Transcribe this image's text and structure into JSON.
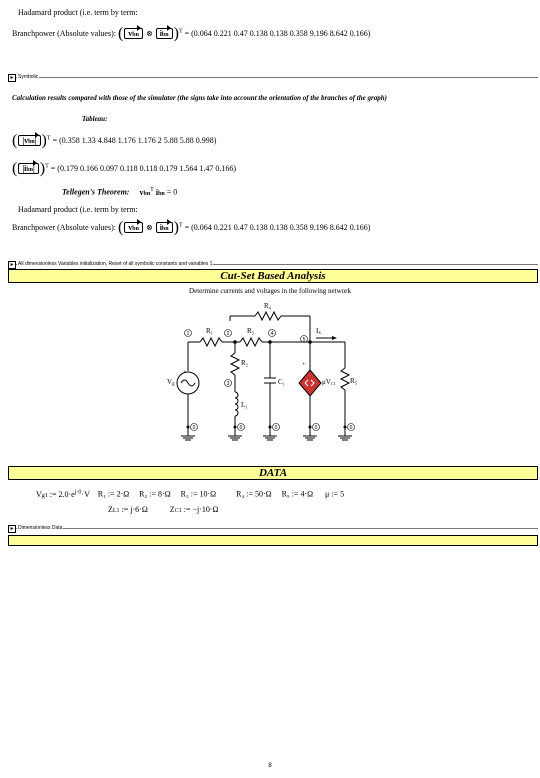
{
  "top": {
    "hadamard_title": "Hadamard product (i.e. term by term:",
    "branchpower_label": "Branchpower (Absolute values):",
    "vec_v": "v",
    "vec_i": "i",
    "sub_bn": "bn",
    "otimes": "⊗",
    "transpose": "T",
    "equals": "=",
    "values": "(0.064  0.221  0.47  0.138  0.138  0.358  9.196  8.642  0.166)"
  },
  "symbolic": {
    "region_label": "Symbolic",
    "calc_title": "Calculation results compared with those of the simulator (the signs take into account the orientation of the branches of the graph)",
    "tableau": "Tableau:",
    "v_values": "(0.358  1.33  4.848  1.176  1.176  2  5.88  5.88  0.998)",
    "i_values": "(0.179  0.166  0.097  0.118  0.118  0.179  1.564  1.47  0.166)",
    "tellegen": "Tellegen's Theorem:",
    "tellegen_rhs": "= 0",
    "hadamard_title": "Hadamard product (i.e. term by term:",
    "branchpower_label": "Branchpower (Absolute values):",
    "values": "(0.064  0.221  0.47  0.138  0.138  0.358  9.196  8.642  0.166)"
  },
  "region2": {
    "label": "All dimensionless Variables initialization, Reset of all symbolic constants and variables 1"
  },
  "cutset": {
    "title": "Cut-Set Based Analysis",
    "subtitle": "Determine currents and voltages in the following network"
  },
  "circuit": {
    "R4": "R₄",
    "R1": "R₁",
    "R3": "R₃",
    "R2": "R₂",
    "R5": "R₅",
    "L1": "L₁",
    "C1": "C₁",
    "Vg": "V",
    "Vg_sub": "g",
    "Ix": "I",
    "Ix_sub": "x",
    "muVc1": "μV",
    "muVc1_sub": "C1",
    "n1": "1",
    "n2": "2",
    "n3": "3",
    "n4": "4",
    "n5": "5",
    "n0": "0",
    "plus": "+"
  },
  "data": {
    "title": "DATA",
    "vg1": "V",
    "vg1_sub": "g1",
    "vg1_rhs": ":= 2.0·e",
    "vg1_exp": "j·0",
    "vg1_unit": "·V",
    "r1": "R₁ := 2·Ω",
    "r2": "R₂ := 8·Ω",
    "r3": "R₃ := 10·Ω",
    "r4": "R₄ := 50·Ω",
    "r5": "R₅ := 4·Ω",
    "mu": "μ := 5",
    "zl1": "Z",
    "zl1_sub": "L1",
    "zl1_rhs": ":= j·6·Ω",
    "zc1": "Z",
    "zc1_sub": "C1",
    "zc1_rhs": ":= −j·10·Ω"
  },
  "region3": {
    "label": "Dimensionless Data"
  },
  "footer": {
    "page_number": "8"
  }
}
